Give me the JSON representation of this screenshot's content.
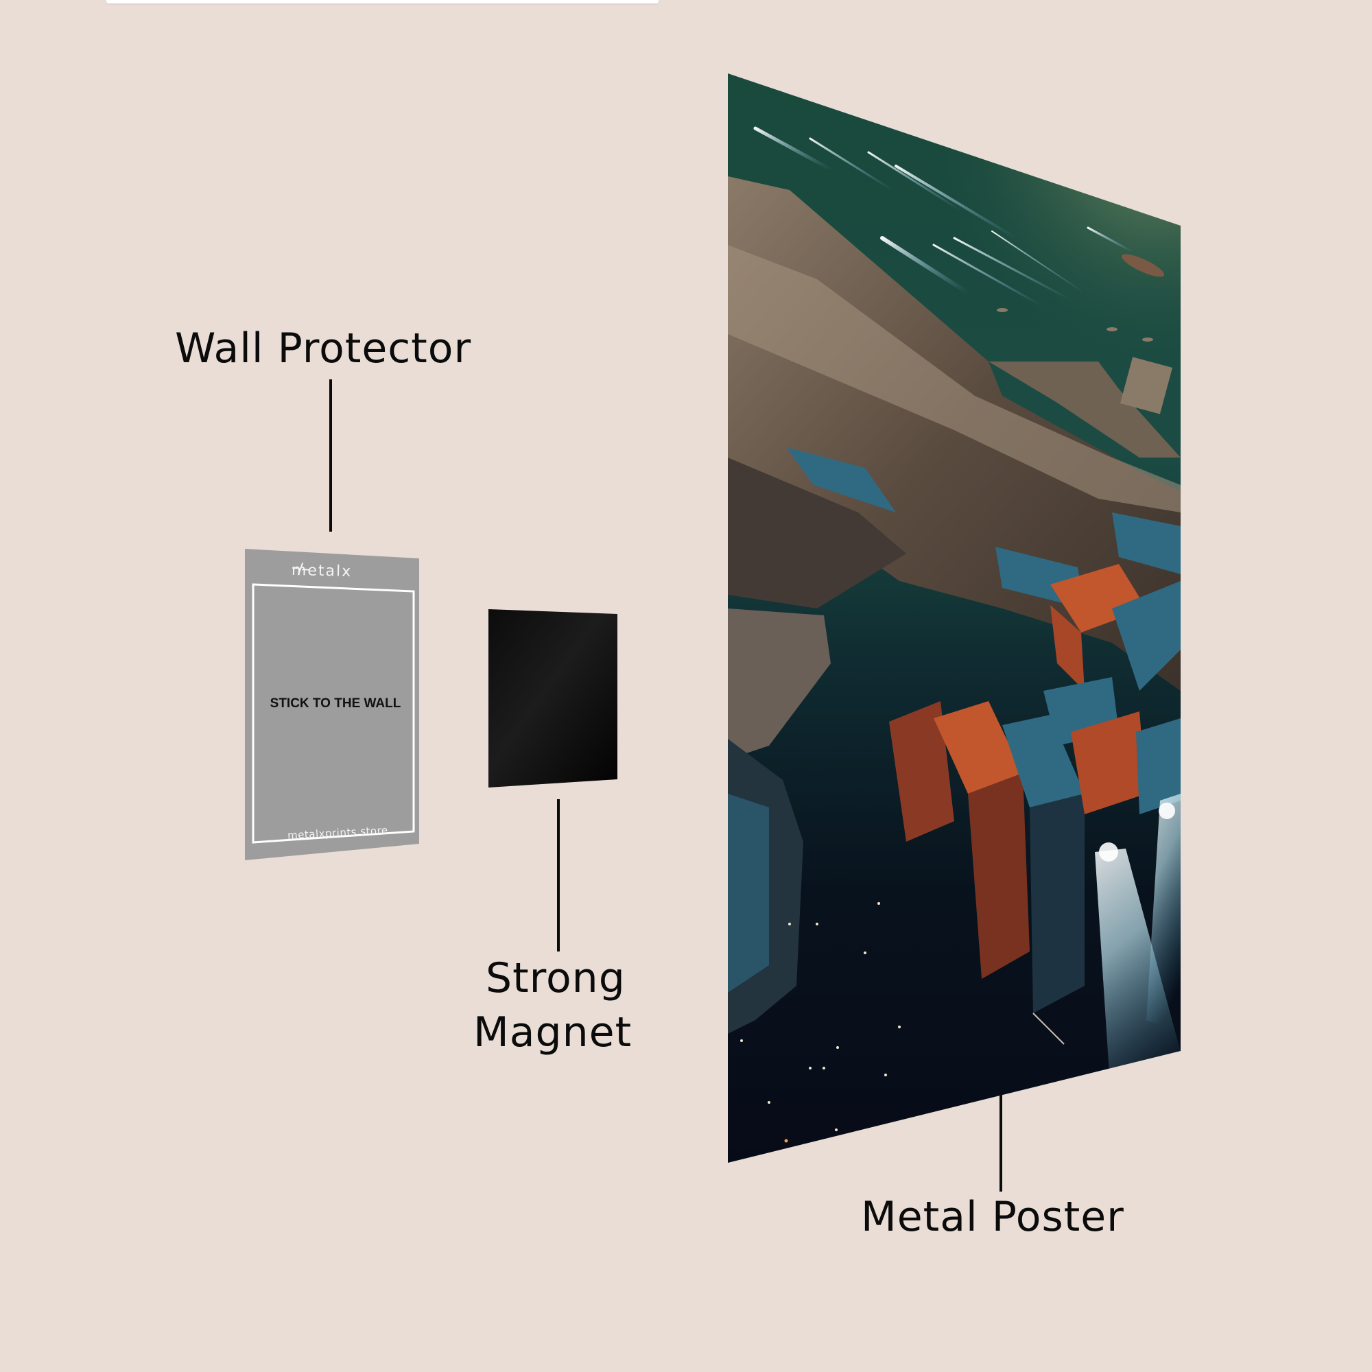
{
  "labels": {
    "wall_protector": "Wall Protector",
    "strong_magnet_line1": "Strong",
    "strong_magnet_line2": "Magnet",
    "metal_poster": "Metal Poster"
  },
  "wall_protector_card": {
    "brand": "metalx",
    "brand_icon": "metalx-logo-icon",
    "instruction": "STICK TO THE WALL",
    "website": "metalxprints.store",
    "color": "#9d9d9d"
  },
  "magnet": {
    "color": "#050505"
  },
  "poster": {
    "subject": "sci-fi cargo spaceship with orange and blue containers in space",
    "sky_color_top": "#1a4a3c",
    "space_color_bottom": "#070b17",
    "container_orange": "#c2562c",
    "container_blue": "#2f6a82"
  },
  "colors": {
    "background": "#e9ddd6",
    "text": "#0b0b0b"
  }
}
